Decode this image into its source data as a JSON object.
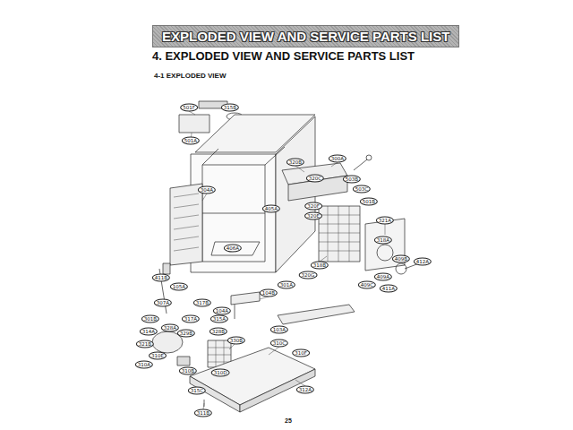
{
  "diagram": {
    "title": "4. EXPLODED VIEW AND SERVICE PARTS LIST",
    "nodes": [
      {
        "text": [
          "EXPLODED VIEW AND SERVICE PARTS LIST"
        ]
      }
    ],
    "labels": [
      "4-1 EXPLODED VIEW",
      "25",
      "501F",
      "315B",
      "501A",
      "304A",
      "320B",
      "300A",
      "320C",
      "503B",
      "503C",
      "405A",
      "320F",
      "320E",
      "501B",
      "321A",
      "406A",
      "318A",
      "318B",
      "320G",
      "301A",
      "409A",
      "409B",
      "409C",
      "411A",
      "412A",
      "411B",
      "105A",
      "104B",
      "104A",
      "307A",
      "317B",
      "315A",
      "317A",
      "301B",
      "328A",
      "329B",
      "328B",
      "314A",
      "321B",
      "310E",
      "310A",
      "330B",
      "310C",
      "310F",
      "310B",
      "310D",
      "315C",
      "312A",
      "311B",
      "103A"
    ]
  }
}
